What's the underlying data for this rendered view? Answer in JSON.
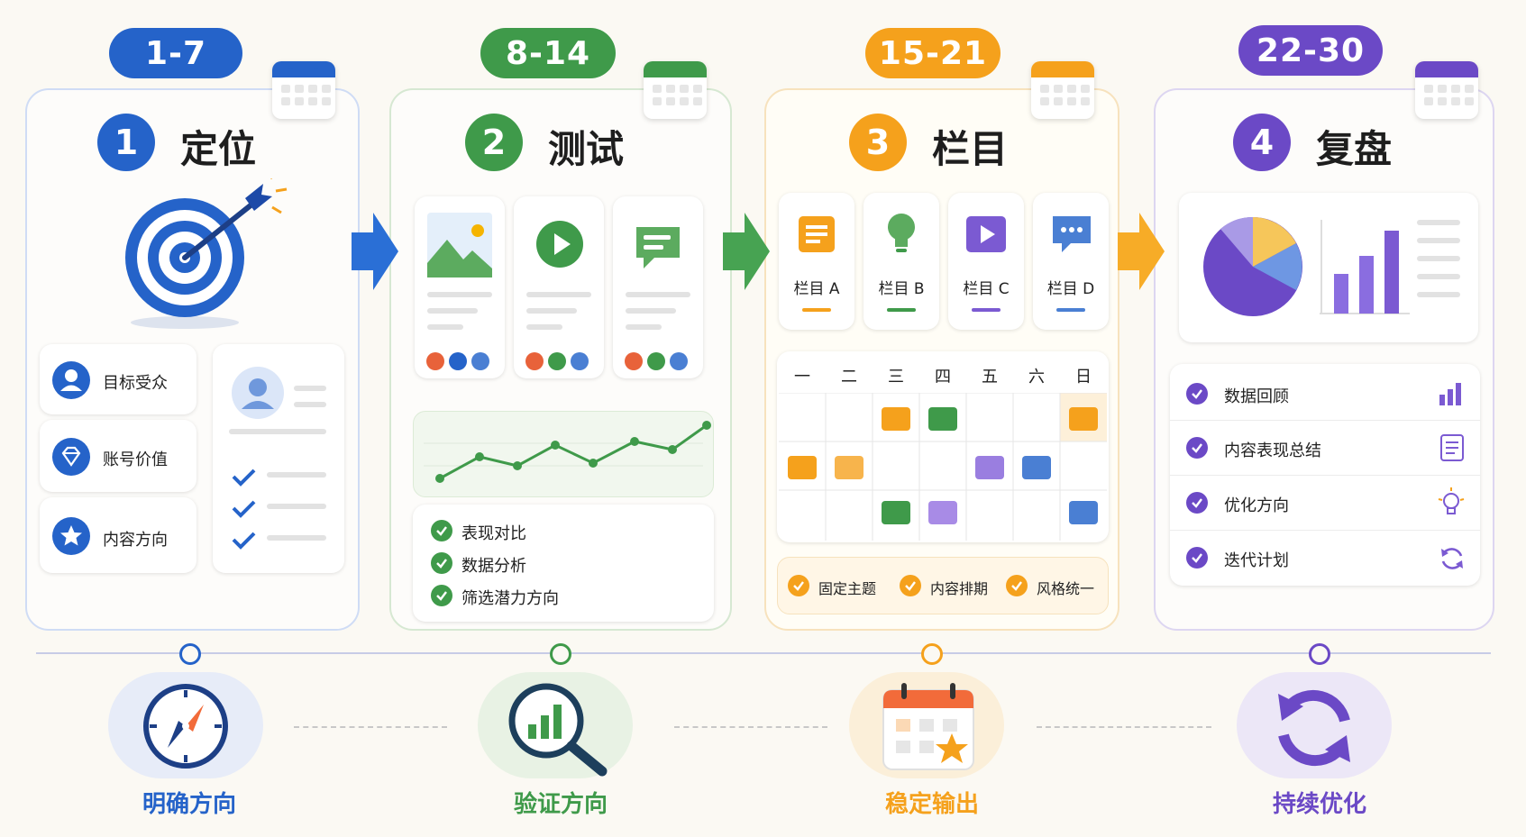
{
  "stages": [
    {
      "range": "1-7",
      "num": "1",
      "title": "定位",
      "color": "#2563c9"
    },
    {
      "range": "8-14",
      "num": "2",
      "title": "测试",
      "color": "#3f9a4a"
    },
    {
      "range": "15-21",
      "num": "3",
      "title": "栏目",
      "color": "#f5a11c"
    },
    {
      "range": "22-30",
      "num": "4",
      "title": "复盘",
      "color": "#6b49c6"
    }
  ],
  "stage1": {
    "items": [
      "目标受众",
      "账号价值",
      "内容方向"
    ]
  },
  "stage2": {
    "checks": [
      "表现对比",
      "数据分析",
      "筛选潜力方向"
    ]
  },
  "stage3": {
    "columns": [
      "栏目 A",
      "栏目 B",
      "栏目 C",
      "栏目 D"
    ],
    "weekdays": [
      "一",
      "二",
      "三",
      "四",
      "五",
      "六",
      "日"
    ],
    "checks": [
      "固定主题",
      "内容排期",
      "风格统一"
    ]
  },
  "stage4": {
    "items": [
      "数据回顾",
      "内容表现总结",
      "优化方向",
      "迭代计划"
    ]
  },
  "outcomes": [
    "明确方向",
    "验证方向",
    "稳定输出",
    "持续优化"
  ],
  "icons": [
    "calendar-icon",
    "target-icon",
    "user-icon",
    "diamond-icon",
    "star-icon",
    "image-icon",
    "play-icon",
    "chat-icon",
    "line-chart-icon",
    "document-icon",
    "lightbulb-icon",
    "pie-chart-icon",
    "bar-chart-icon",
    "refresh-icon",
    "compass-icon",
    "magnifier-chart-icon",
    "calendar-star-icon",
    "cycle-icon",
    "check-icon"
  ]
}
